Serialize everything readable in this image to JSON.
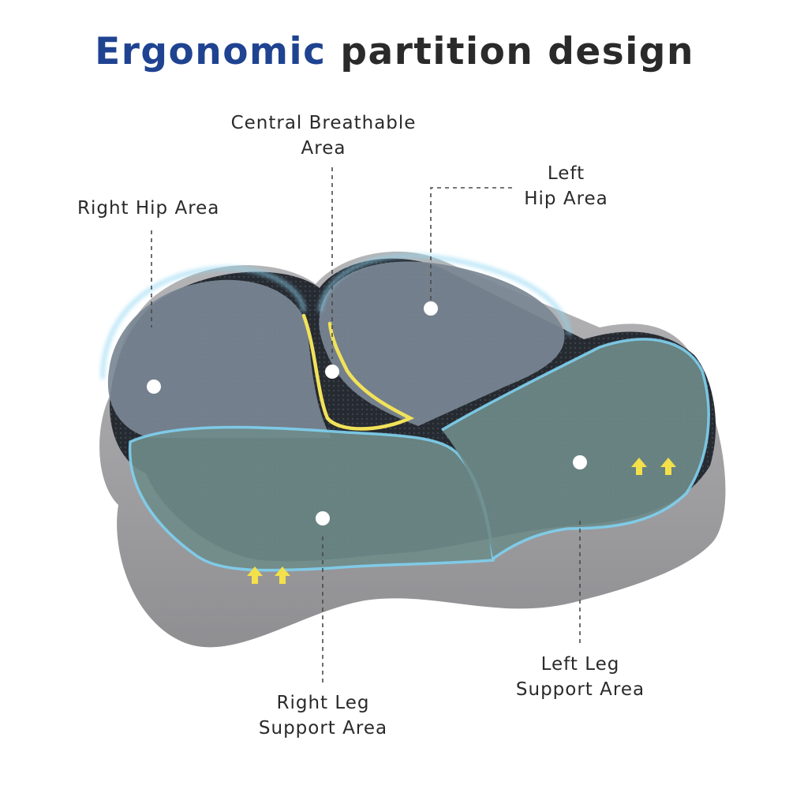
{
  "title": {
    "accent": "Ergonomic",
    "rest": "partition design",
    "accent_color": "#1f4391",
    "text_color": "#2a2a2a"
  },
  "labels": {
    "central_breathable": {
      "line1": "Central Breathable",
      "line2": "Area"
    },
    "right_hip": {
      "line1": "Right Hip Area"
    },
    "left_hip": {
      "line1": "Left",
      "line2": "Hip Area"
    },
    "left_leg": {
      "line1": "Left Leg",
      "line2": "Support Area"
    },
    "right_leg": {
      "line1": "Right Leg",
      "line2": "Support Area"
    }
  },
  "colors": {
    "cushion_gray": "#a9a9ab",
    "mesh_dark": "#2b2f36",
    "zone_overlay": "#7f95a2",
    "zone_outline": "#7fd0ef",
    "center_highlight": "#f1e25a",
    "arrow_yellow": "#f3e04a"
  },
  "icons": {
    "marker": "white-dot-icon",
    "arrow": "up-arrow-icon"
  }
}
